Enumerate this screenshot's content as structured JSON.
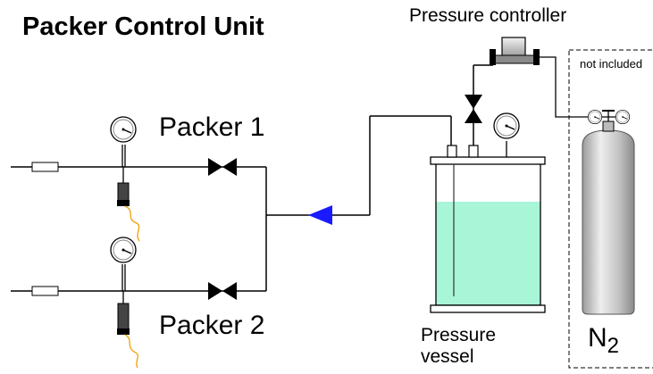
{
  "title": "Packer Control Unit",
  "pressure_controller_label": "Pressure controller",
  "not_included_label": "not included",
  "packer1_label": "Packer 1",
  "packer2_label": "Packer 2",
  "vessel_label_line1": "Pressure",
  "vessel_label_line2": "vessel",
  "n2_label": "N",
  "n2_subscript": "2",
  "colors": {
    "line": "#000000",
    "liquid": "#a8f5d8",
    "check_valve": "#1a1aff",
    "cable": "#f0a000",
    "cylinder": "#c9c9c9"
  },
  "icons": [
    "pressure-gauge-icon",
    "needle-valve-icon",
    "check-valve-icon",
    "pressure-sensor-icon",
    "filter-icon",
    "gas-cylinder-icon",
    "pressure-controller-icon"
  ]
}
